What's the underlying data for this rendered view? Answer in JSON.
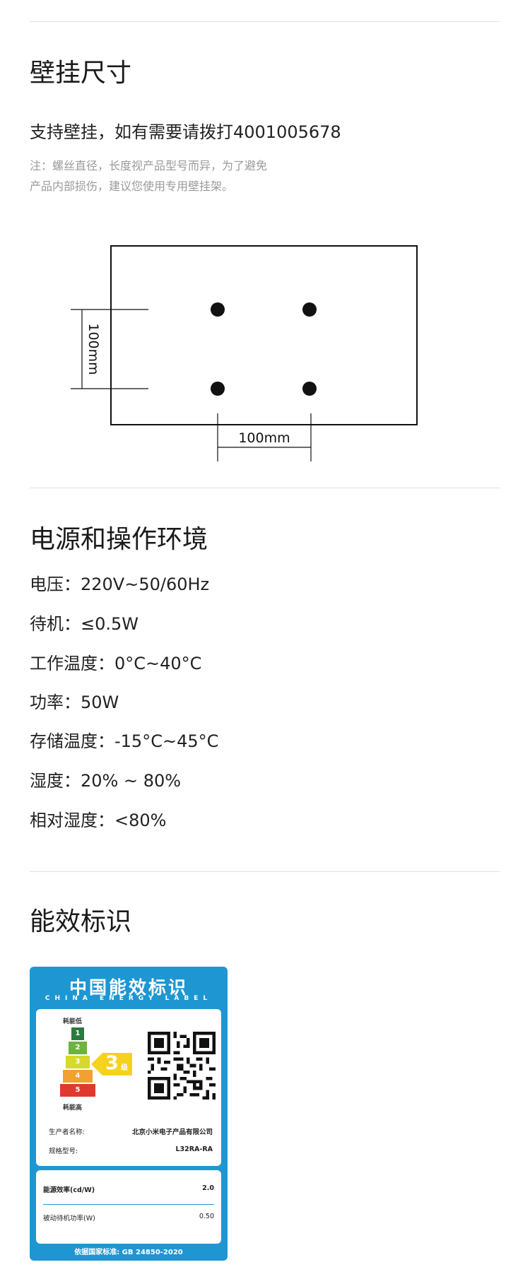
{
  "wall_mount": {
    "title": "壁挂尺寸",
    "support_text": "支持壁挂，如有需要请拨打4001005678",
    "note_line1": "注：螺丝直径，长度视产品型号而异，为了避免",
    "note_line2": "产品内部损伤，建议您使用专用壁挂架。",
    "diagram": {
      "vertical_label": "100mm",
      "horizontal_label": "100mm"
    }
  },
  "power": {
    "title": "电源和操作环境",
    "specs": [
      "电压：220V~50/60Hz",
      "待机：≤0.5W",
      "工作温度：0°C~40°C",
      "功率：50W",
      "存储温度：-15°C~45°C",
      "湿度：20% ~ 80%",
      "相对湿度：<80%"
    ]
  },
  "energy": {
    "title": "能效标识",
    "label": {
      "title": "中国能效标识",
      "subtitle": "CHINA ENERGY LABEL",
      "low_label": "耗能低",
      "high_label": "耗能高",
      "grades": [
        "1",
        "2",
        "3",
        "4",
        "5"
      ],
      "grade_colors": [
        "#2c7a3f",
        "#6cb33f",
        "#d6d92b",
        "#f2a032",
        "#e03a2e"
      ],
      "current_grade": "3",
      "grade_unit": "级",
      "arrow_color": "#f5d21e",
      "manufacturer_label": "生产者名称:",
      "manufacturer": "北京小米电子产品有限公司",
      "model_label": "规格型号:",
      "model": "L32RA-RA",
      "efficiency_label": "能源效率(cd/W)",
      "efficiency_value": "2.0",
      "standby_label": "被动待机功率(W)",
      "standby_value": "0.50",
      "standard": "依据国家标准: GB 24850-2020",
      "brand_color": "#1e96d2"
    }
  }
}
